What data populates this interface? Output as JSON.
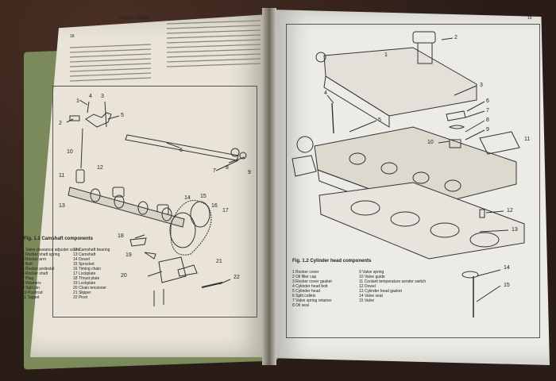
{
  "left_page": {
    "page_number": "18",
    "header": "Chapter 1 Engine",
    "figure_caption": "Fig. 1.1 Camshaft components",
    "callouts": [
      "1",
      "2",
      "3",
      "4",
      "5",
      "6",
      "7",
      "8",
      "9",
      "10",
      "11",
      "12",
      "13",
      "14",
      "15",
      "16",
      "17",
      "18",
      "19",
      "20",
      "21",
      "22"
    ],
    "legend_left": [
      "1  Valve clearance adjuster screw",
      "2  Rocker shaft spring",
      "3  Rocker arm",
      "4  Bolt",
      "5  Rocker pedestal",
      "6  Rocker shaft",
      "7  Plug",
      "8  Washers",
      "9  Split pin",
      "10  Pushrod",
      "11  Tappet"
    ],
    "legend_right": [
      "12  Camshaft bearing",
      "13  Camshaft",
      "14  Dowel",
      "15  Sprocket",
      "16  Timing chain",
      "17  Lockplate",
      "18  Thrust plate",
      "19  Lockplate",
      "20  Chain tensioner",
      "21  Slipper",
      "22  Pivot"
    ]
  },
  "right_page": {
    "page_number": "19",
    "figure_caption": "Fig. 1.2 Cylinder head components",
    "callouts": [
      "1",
      "2",
      "3",
      "4",
      "5",
      "6",
      "7",
      "8",
      "9",
      "10",
      "11",
      "12",
      "13",
      "14",
      "15"
    ],
    "legend_left": [
      "1  Rocker cover",
      "2  Oil filler cap",
      "3  Rocker cover gasket",
      "4  Cylinder head bolt",
      "5  Cylinder head",
      "6  Split collets",
      "7  Valve spring retainer",
      "8  Oil seal"
    ],
    "legend_right": [
      "9  Valve spring",
      "10  Valve guide",
      "11  Coolant temperature sender switch",
      "12  Dowel",
      "13  Cylinder head gasket",
      "14  Valve seat",
      "15  Valve"
    ]
  }
}
